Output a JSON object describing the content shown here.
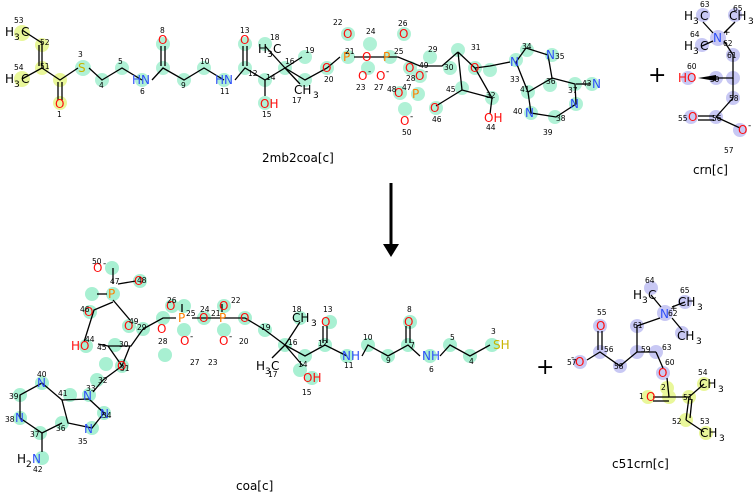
{
  "reaction": {
    "reactants": [
      {
        "id": "2mb2coa[c]",
        "label": "2mb2coa[c]"
      },
      {
        "id": "crn[c]",
        "label": "crn[c]"
      }
    ],
    "products": [
      {
        "id": "coa[c]",
        "label": "coa[c]"
      },
      {
        "id": "c51crn[c]",
        "label": "c51crn[c]"
      }
    ],
    "plus_symbol": "+"
  },
  "colors": {
    "highlight_coa": "#a8f0d2",
    "highlight_acyl": "#e9f79a",
    "highlight_carnitine": "#c8c8f4",
    "nitrogen": "#3050f8",
    "oxygen": "#ff0d0d",
    "phosphorus": "#ff8000",
    "sulfur": "#c8b400"
  }
}
